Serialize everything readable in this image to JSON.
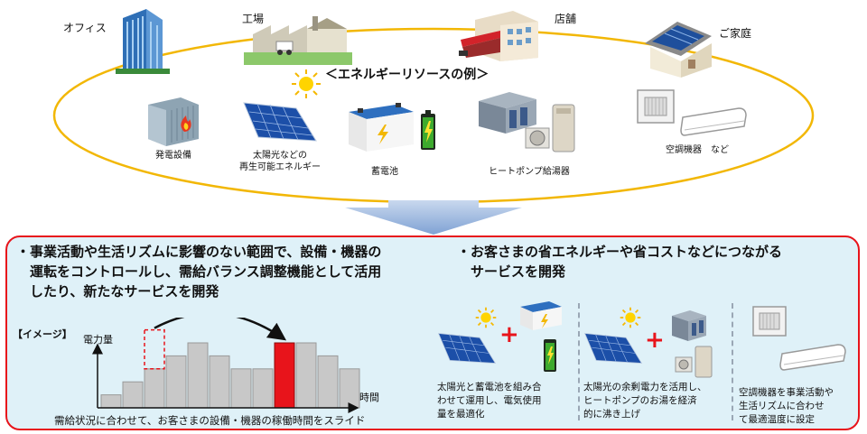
{
  "places": {
    "office": "オフィス",
    "factory": "工場",
    "store": "店舗",
    "home": "ご家庭"
  },
  "resources_title": "＜エネルギーリソースの例＞",
  "resources": {
    "generator": "発電設備",
    "solar_line1": "太陽光などの",
    "solar_line2": "再生可能エネルギー",
    "battery": "蓄電池",
    "heatpump": "ヒートポンプ給湯器",
    "aircon": "空調機器　など"
  },
  "services": {
    "bullet_left": [
      "・事業活動や生活リズムに影響のない範囲で、設備・機器の",
      "　運転をコントロールし、需給バランス調整機能として活用",
      "　したり、新たなサービスを開発"
    ],
    "bullet_right": [
      "・お客さまの省エネルギーや省コストなどにつながる",
      "　サービスを開発"
    ]
  },
  "image_chart": {
    "label": "【イメージ】",
    "ylabel": "電力量",
    "xlabel": "時間",
    "caption": "需給状況に合わせて、お客さまの設備・機器の稼働時間をスライド"
  },
  "chart_data": {
    "type": "bar",
    "title": "",
    "xlabel": "時間",
    "ylabel": "電力量",
    "categories": [
      "",
      "",
      "",
      "",
      "",
      "",
      "",
      "",
      "",
      "",
      "",
      ""
    ],
    "values": [
      1,
      2,
      3,
      4,
      5,
      4,
      3,
      3,
      5,
      5,
      4,
      3
    ],
    "shifted_from_index": 2,
    "shifted_to_index": 8,
    "colors": {
      "bar": "#c8c8c8",
      "highlight": "#e8141b"
    }
  },
  "examples": [
    {
      "lines": [
        "太陽光と蓄電池を組み合",
        "わせて運用し、電気使用",
        "量を最適化"
      ]
    },
    {
      "lines": [
        "太陽光の余剰電力を活用し、",
        "ヒートポンプのお湯を経済",
        "的に沸き上げ"
      ]
    },
    {
      "lines": [
        "空調機器を事業活動や",
        "生活リズムに合わせ",
        "て最適温度に設定"
      ]
    }
  ],
  "colors": {
    "panel_border": "#e8141b",
    "panel_bg": "#dff1f8",
    "ellipse": "#f2b705",
    "arrow": "#7fa2d4",
    "plus": "#e8141b"
  }
}
